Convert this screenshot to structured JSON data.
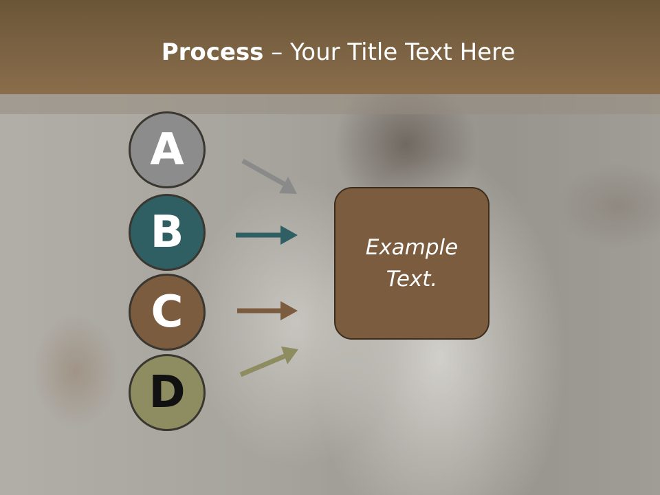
{
  "slide": {
    "title_bold": "Process",
    "title_rest": " – Your Title Text Here",
    "steps": [
      {
        "letter": "A",
        "color": "#8c8c8c"
      },
      {
        "letter": "B",
        "color": "#2f5e63"
      },
      {
        "letter": "C",
        "color": "#7b5c3f"
      },
      {
        "letter": "D",
        "color": "#8e8c61"
      }
    ],
    "box_text": "Example\nText.",
    "colors": {
      "header": "#7b6344",
      "box": "#7b5c3f"
    }
  }
}
